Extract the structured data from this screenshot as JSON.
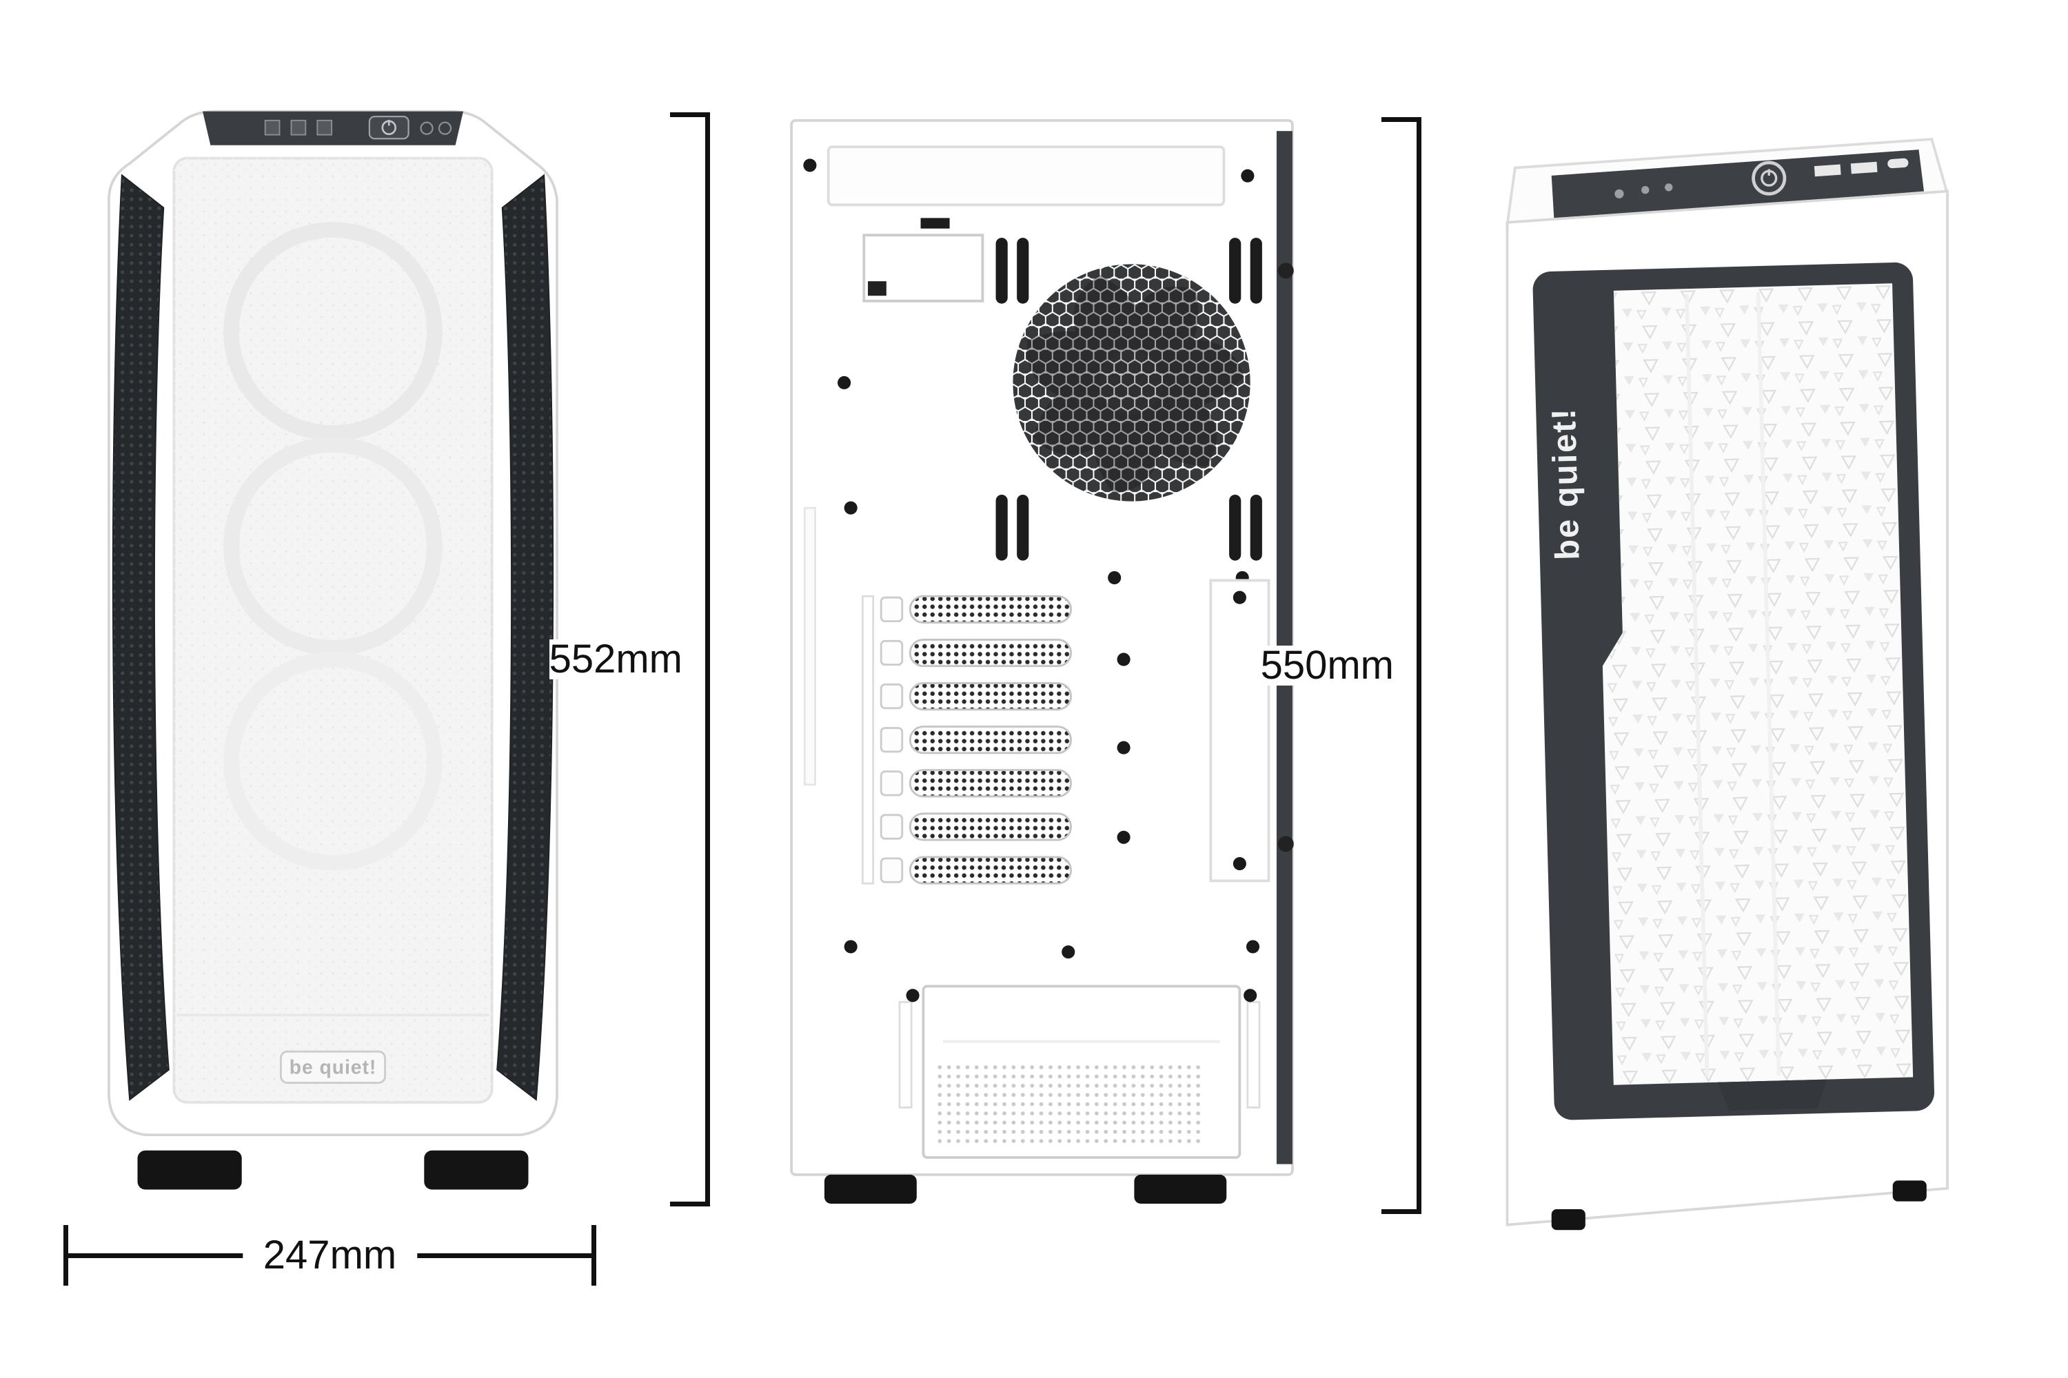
{
  "dimensions": {
    "front_width": "247mm",
    "rear_height": "552mm",
    "front_height": "550mm"
  },
  "brand": {
    "front_logo": "be quiet!",
    "side_badge": "be quiet!"
  },
  "colors": {
    "background": "#ffffff",
    "dimension_line": "#111111",
    "dark_trim": "#3a3e43",
    "side_mesh_dark": "#26292c",
    "mesh_light": "#f4f4f4",
    "case_white": "#ffffff",
    "feet_black": "#141414"
  }
}
